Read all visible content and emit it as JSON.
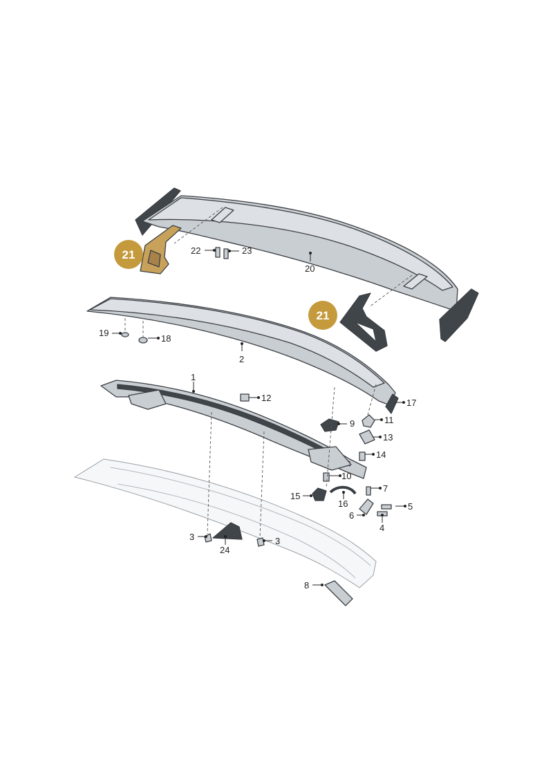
{
  "colors": {
    "part_fill": "#c9ced3",
    "part_light": "#dde1e5",
    "part_dark": "#3f4549",
    "highlight_fill": "#c8a25a",
    "badge_fill": "#c49a3c",
    "outline": "#3b3f44"
  },
  "badges": [
    {
      "name": "badge-21-left",
      "text": "21"
    },
    {
      "name": "badge-21-right",
      "text": "21"
    }
  ],
  "callouts": {
    "n1": "1",
    "n2": "2",
    "n3a": "3",
    "n3b": "3",
    "n4": "4",
    "n5": "5",
    "n6": "6",
    "n7": "7",
    "n8": "8",
    "n9": "9",
    "n10": "10",
    "n11": "11",
    "n12": "12",
    "n13": "13",
    "n14": "14",
    "n15": "15",
    "n16": "16",
    "n17": "17",
    "n18": "18",
    "n19": "19",
    "n20": "20",
    "n22": "22",
    "n23": "23",
    "n24": "24"
  }
}
